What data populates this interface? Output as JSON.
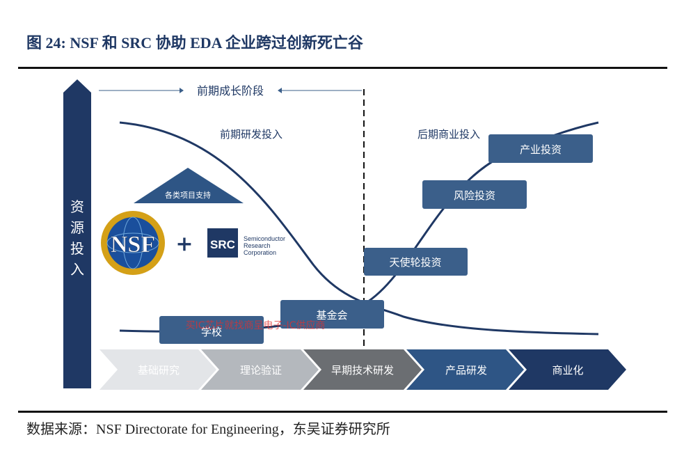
{
  "figure": {
    "title": "图 24:  NSF 和 SRC 协助 EDA 企业跨过创新死亡谷",
    "source": "数据来源：NSF Directorate for Engineering，东吴证券研究所"
  },
  "diagram": {
    "y_axis_label": "资源投入",
    "early_stage_label": "前期成长阶段",
    "early_rd_label": "前期研发投入",
    "late_commercial_label": "后期商业投入",
    "support_label": "各类项目支持",
    "nsf_logo_text": "NSF",
    "plus": "+",
    "src_logo_text": "SRC",
    "src_logo_subtitle": [
      "Semiconductor",
      "Research",
      "Corporation"
    ],
    "watermark": "买IC芯片就找商呈电子-IC供应商",
    "funding_boxes": {
      "school": "学校",
      "foundation": "基金会",
      "angel": "天使轮投资",
      "vc": "风险投资",
      "industry": "产业投资"
    },
    "stages": [
      "基础研究",
      "理论验证",
      "早期技术研发",
      "产品研发",
      "商业化"
    ]
  },
  "colors": {
    "navy": "#1f3864",
    "box_blue": "#3b5f8a",
    "stage_1": "#e3e5e8",
    "stage_2": "#b4b8bd",
    "stage_3": "#6b6e72",
    "stage_4": "#2e5585",
    "stage_5": "#1f3864"
  }
}
